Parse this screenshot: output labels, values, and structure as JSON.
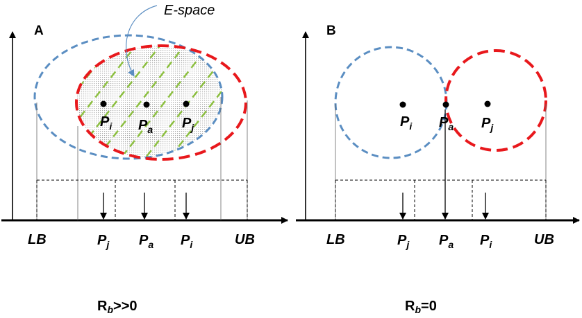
{
  "annotation": {
    "text": "E-space"
  },
  "panels": [
    {
      "id": "A",
      "letter": "A",
      "points": {
        "left": "P",
        "left_sub": "i",
        "mid": "P",
        "mid_sub": "a",
        "right": "P",
        "right_sub": "j"
      },
      "axis_labels": {
        "lb": "LB",
        "p1": "P",
        "p1_sub": "j",
        "p2": "P",
        "p2_sub": "a",
        "p3": "P",
        "p3_sub": "i",
        "ub": "UB"
      },
      "caption": {
        "main": "R",
        "sub": "b",
        "suffix": ">>0"
      }
    },
    {
      "id": "B",
      "letter": "B",
      "points": {
        "left": "P",
        "left_sub": "i",
        "mid": "P",
        "mid_sub": "a",
        "right": "P",
        "right_sub": "j"
      },
      "axis_labels": {
        "lb": "LB",
        "p1": "P",
        "p1_sub": "j",
        "p2": "P",
        "p2_sub": "a",
        "p3": "P",
        "p3_sub": "i",
        "ub": "UB"
      },
      "caption": {
        "main": "R",
        "sub": "b",
        "suffix": "=0"
      }
    }
  ],
  "colors": {
    "blue": "#5b8ec2",
    "red": "#e8181c",
    "green": "#8cbf3f",
    "fill": "#d9d9d9",
    "arrow": "#5b8ec2"
  }
}
